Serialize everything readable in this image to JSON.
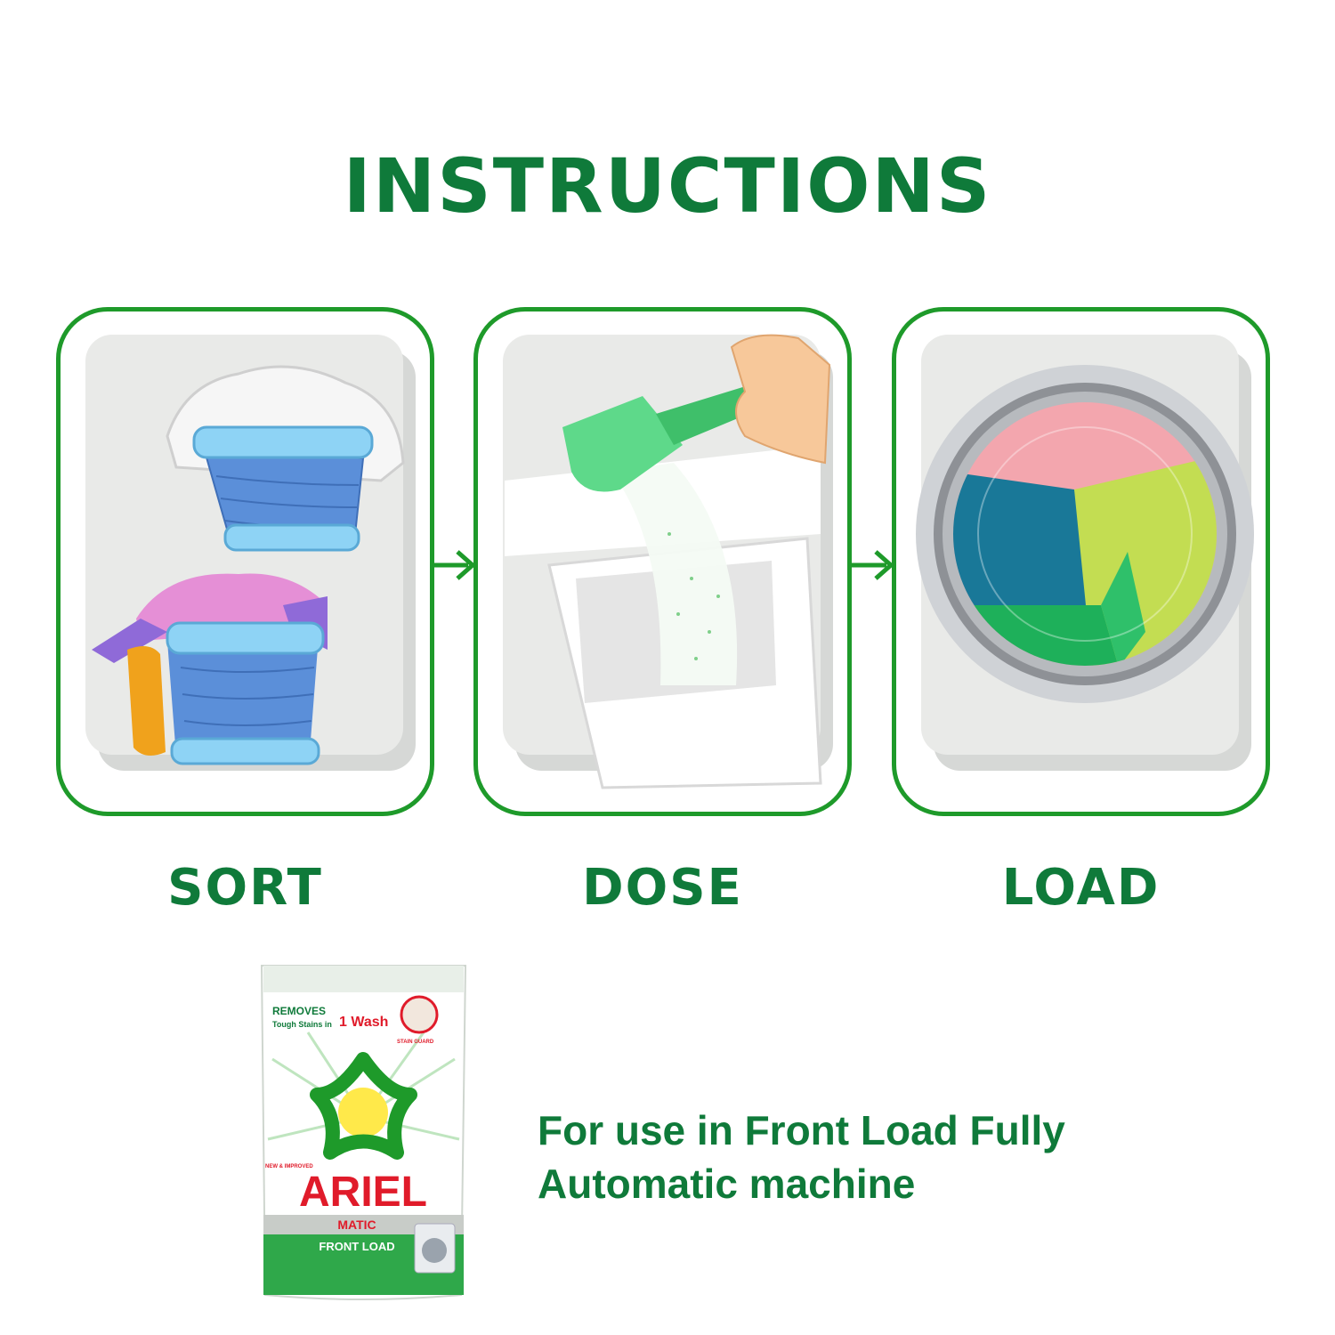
{
  "heading": "INSTRUCTIONS",
  "steps": [
    {
      "label": "SORT"
    },
    {
      "label": "DOSE"
    },
    {
      "label": "LOAD"
    }
  ],
  "product": {
    "brand": "ARIEL",
    "variant": "MATIC",
    "type": "FRONT LOAD",
    "claim_line1": "REMOVES",
    "claim_line2": "Tough Stains in",
    "claim_highlight": "1 Wash",
    "badge": "STAIN GUARD",
    "tag": "NEW & IMPROVED"
  },
  "usage_text_line1": "For use in Front Load Fully",
  "usage_text_line2": "Automatic machine",
  "colors": {
    "heading_green": "#0f7a3a",
    "frame_green": "#1e9a2a",
    "brand_red": "#e01b2a"
  },
  "icons": [
    "laundry-basket-icon",
    "detergent-scoop-icon",
    "washing-machine-drum-icon",
    "arrow-right-icon"
  ]
}
